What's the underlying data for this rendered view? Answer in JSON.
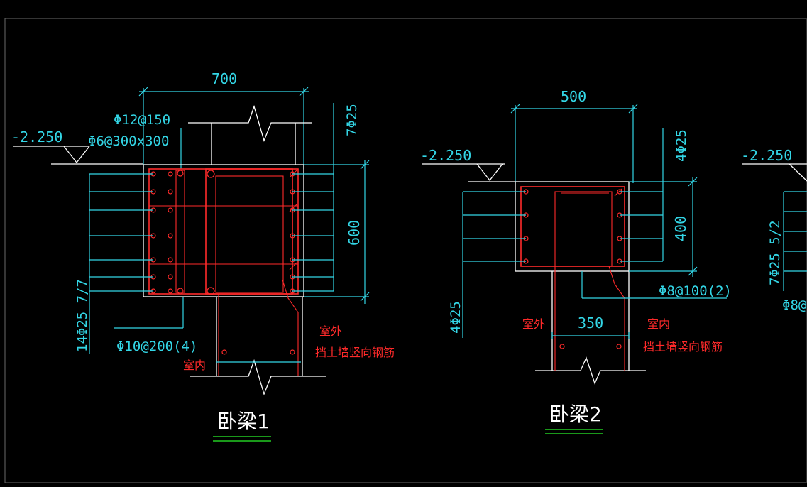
{
  "colors": {
    "background": "#000000",
    "dimension": "#33d6e6",
    "rebar": "#ff2a2a",
    "outline": "#ffffff",
    "underline": "#22cc22"
  },
  "beam1": {
    "width_dim": "700",
    "height_dim": "600",
    "elevation": "-2.250",
    "stirrup_top": "Φ12@150",
    "stirrup_top2": "Φ6@300x300",
    "top_bars": "7Φ25",
    "side_bars": "14Φ25 7/7",
    "stirrup_main": "Φ10@200(4)",
    "outside_label": "室外",
    "wall_bars_label": "挡土墙竖向钢筋",
    "inside_label": "室内",
    "title": "卧梁1"
  },
  "beam2": {
    "width_dim": "500",
    "height_dim": "400",
    "elevation": "-2.250",
    "top_bars": "4Φ25",
    "side_bars": "4Φ25",
    "stirrup_main": "Φ8@100(2)",
    "wall_dim": "350",
    "outside_label": "室外",
    "inside_label": "室内",
    "wall_bars_label": "挡土墙竖向钢筋",
    "title": "卧梁2"
  },
  "beam3": {
    "elevation": "-2.250",
    "side_bars": "7Φ25 5/2",
    "stirrup_main": "Φ8@"
  }
}
